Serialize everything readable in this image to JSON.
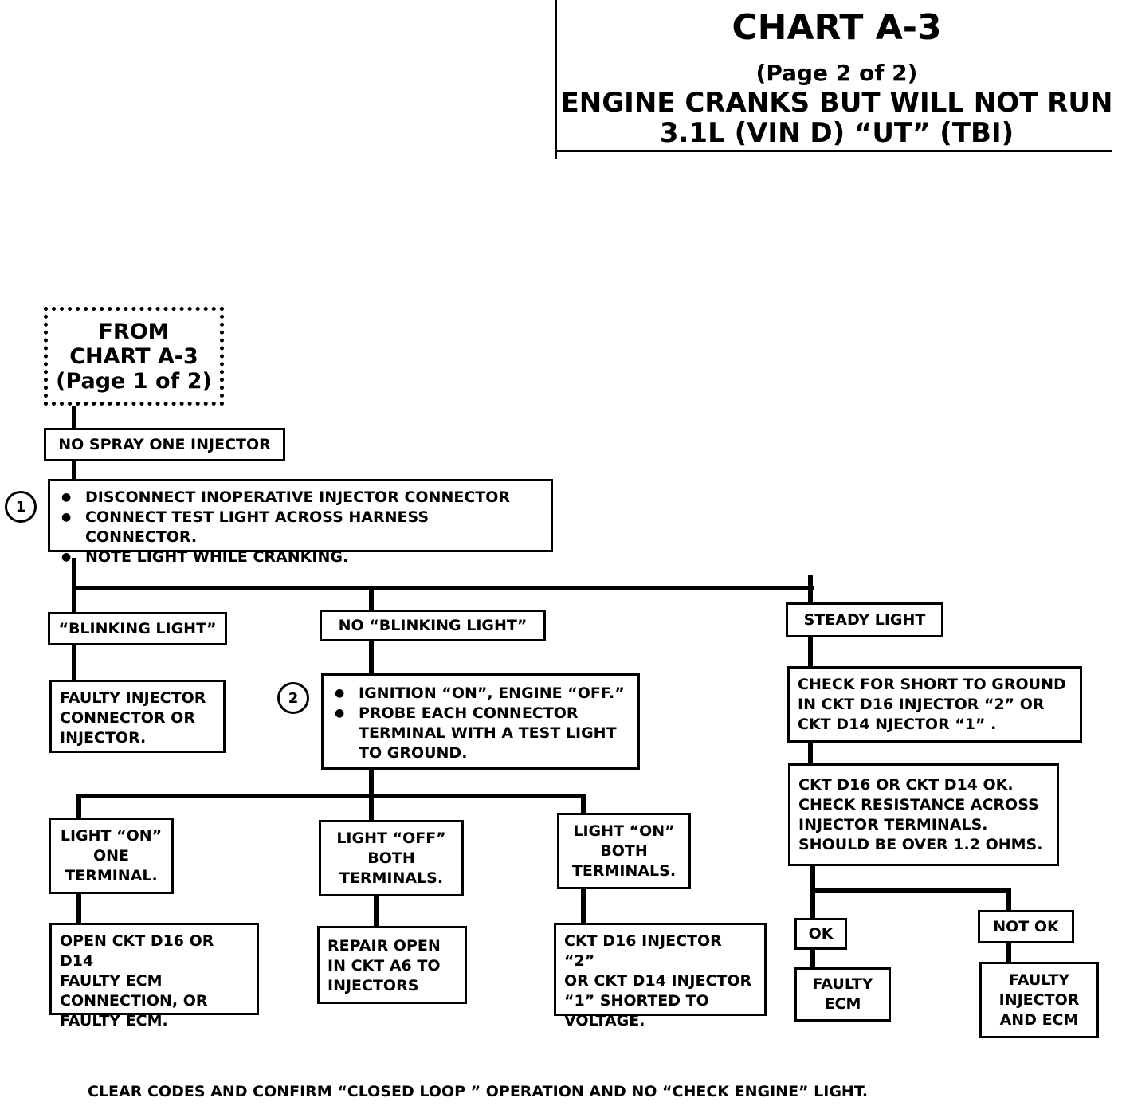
{
  "header": {
    "title": "CHART A-3",
    "page": "(Page 2 of 2)",
    "line1": "ENGINE CRANKS BUT WILL NOT RUN",
    "line2": "3.1L  (VIN D)  “UT”  (TBI)"
  },
  "start": {
    "line1": "FROM",
    "line2": "CHART A-3",
    "line3": "(Page 1 of 2)"
  },
  "nodes": {
    "no_spray": "NO SPRAY ONE INJECTOR",
    "step1": [
      "DISCONNECT INOPERATIVE INJECTOR CONNECTOR",
      "CONNECT TEST LIGHT ACROSS HARNESS CONNECTOR.",
      "NOTE LIGHT WHILE CRANKING."
    ],
    "blinking": "“BLINKING LIGHT”",
    "no_blinking": "NO “BLINKING LIGHT”",
    "steady": "STEADY LIGHT",
    "faulty_injector": [
      "FAULTY INJECTOR",
      "CONNECTOR OR",
      "INJECTOR."
    ],
    "step2": [
      "IGNITION “ON”, ENGINE “OFF.”",
      "PROBE EACH CONNECTOR TERMINAL WITH  A TEST LIGHT TO GROUND."
    ],
    "check_short": [
      "CHECK FOR SHORT TO GROUND",
      "IN CKT D16 INJECTOR “2” OR",
      "CKT D14 NJECTOR “1” ."
    ],
    "ckt_ok": [
      "CKT D16 OR CKT D14 OK.",
      "CHECK RESISTANCE ACROSS",
      "INJECTOR TERMINALS.",
      "SHOULD BE OVER 1.2 OHMS."
    ],
    "light_on_one": [
      "LIGHT “ON”",
      "ONE",
      "TERMINAL."
    ],
    "light_off_both": [
      "LIGHT “OFF”",
      "BOTH",
      "TERMINALS."
    ],
    "light_on_both": [
      "LIGHT “ON”",
      "BOTH",
      "TERMINALS."
    ],
    "ok": "OK",
    "not_ok": "NOT OK",
    "open_ckt": [
      "OPEN CKT D16 OR D14",
      "FAULTY ECM",
      "CONNECTION, OR",
      "FAULTY ECM."
    ],
    "repair_open": [
      "REPAIR OPEN",
      "IN CKT A6 TO",
      "INJECTORS"
    ],
    "shorted_voltage": [
      "CKT D16 INJECTOR “2”",
      "OR CKT D14 INJECTOR",
      "“1” SHORTED TO",
      "VOLTAGE."
    ],
    "faulty_ecm": [
      "FAULTY",
      "ECM"
    ],
    "faulty_inj_ecm": [
      "FAULTY",
      "INJECTOR",
      "AND ECM"
    ]
  },
  "step_markers": {
    "one": "1",
    "two": "2"
  },
  "footer": "CLEAR CODES AND CONFIRM “CLOSED LOOP  ” OPERATION AND NO “CHECK ENGINE” LIGHT."
}
